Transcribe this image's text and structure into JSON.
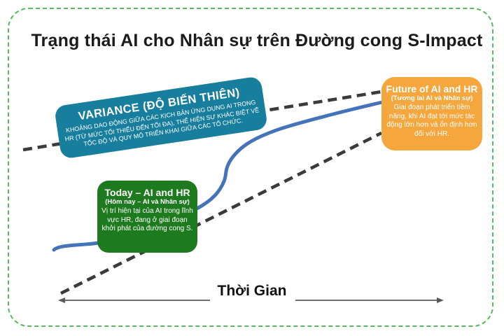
{
  "title": "Trạng thái AI cho Nhân sự trên Đường cong S-Impact",
  "variance_box": {
    "title": "VARIANCE (ĐỘ BIẾN THIÊN)",
    "body": "KHOẢNG DAO ĐỘNG GIỮA CÁC KỊCH BẢN ỨNG DỤNG AI TRONG HR (TỪ MỨC TỐI THIỂU ĐẾN TỐI ĐA), THỂ HIỆN SỰ KHÁC BIỆT VỀ TỐC ĐỘ VÀ QUY MÔ TRIỂN KHAI GIỮA CÁC TỔ CHỨC."
  },
  "today_box": {
    "title": "Today – AI and HR",
    "subtitle": "(Hôm nay – AI và Nhân sự)",
    "body": "Vị trí hiện tại của AI trong lĩnh vực HR, đang ở giai đoạn khởi phát của đường cong S."
  },
  "future_box": {
    "title": "Future of AI and HR",
    "subtitle": "(Tương lai AI và Nhân sự)",
    "body": "Giai đoạn phát triển tiềm năng, khi AI đạt tới mức tác động lớn hơn và ổn định hơn đối với HR."
  },
  "axis": {
    "label": "Thời Gian"
  },
  "colors": {
    "frame_border": "#5CB75F",
    "title_text": "#1B1B1B",
    "curve": "#4573BA",
    "variance_line": "#3B3B3B",
    "axis_line": "#5A5A5A",
    "variance_box_bg": "#177E9E",
    "today_box_bg": "#1E7A1F",
    "future_box_bg": "#F5A73E",
    "box_text": "#FFFFFF"
  }
}
